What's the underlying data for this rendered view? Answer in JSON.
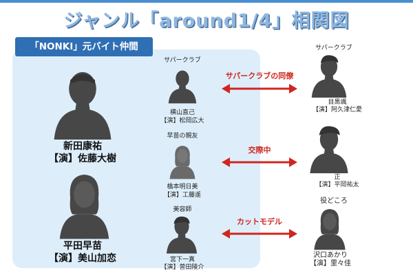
{
  "title": "ジャンル「around1/4」相関図",
  "group_tag": "「NONKI」元バイト仲間",
  "left_people": [
    {
      "name": "新田康祐",
      "actor": "【演】佐藤大樹"
    },
    {
      "name": "平田早苗",
      "actor": "【演】美山加恋"
    }
  ],
  "middle_people": [
    {
      "role": "サパークラブ",
      "name": "横山直己",
      "actor": "【演】松岡広大"
    },
    {
      "role": "早苗の親友",
      "name": "橋本明日美",
      "actor": "【演】工藤遥"
    },
    {
      "role": "美容師",
      "name": "宮下一真",
      "actor": "【演】曽田陵介"
    }
  ],
  "right_people": [
    {
      "role": "サパークラブ",
      "name": "目黒颯",
      "actor": "【演】阿久津仁愛"
    },
    {
      "role": "",
      "name": "正",
      "actor": "【演】平岡祐太"
    },
    {
      "role": "役どころ",
      "name": "沢口あかり",
      "actor": "【演】里々佳"
    }
  ],
  "relations": [
    {
      "label": "サパークラブの同僚"
    },
    {
      "label": "交際中"
    },
    {
      "label": "カットモデル"
    }
  ],
  "colors": {
    "accent_blue": "#2f6fb4",
    "panel_bg": "#ddeefa",
    "silhouette": "#474747",
    "relation_red": "#d0261e",
    "title_fill": "#8eb7e0"
  },
  "icons": [
    "male-silhouette-icon",
    "female-silhouette-icon",
    "double-arrow-icon"
  ]
}
